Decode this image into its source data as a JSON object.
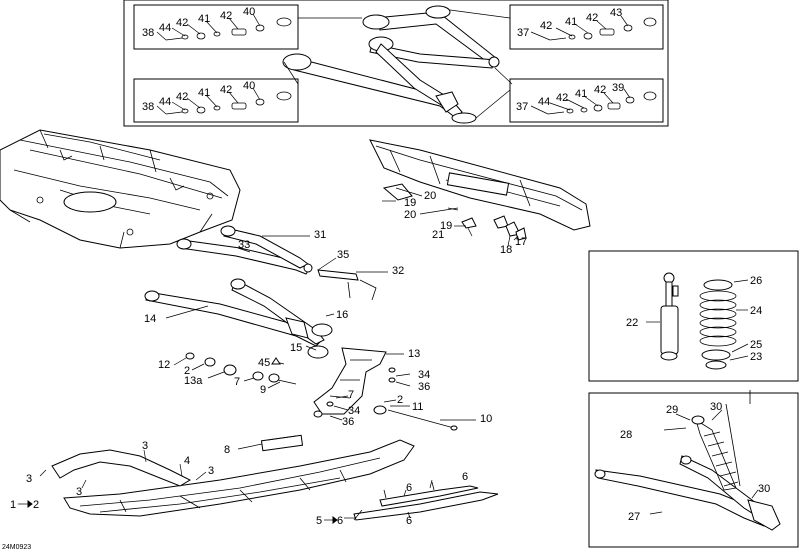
{
  "drawing_code": "24M0923",
  "legend_marks": [
    "1",
    "2",
    "5",
    "6"
  ],
  "callouts": {
    "top_left_box": [
      "38",
      "44",
      "42",
      "41",
      "42",
      "40"
    ],
    "top_right_box": [
      "37",
      "42",
      "41",
      "42",
      "43"
    ],
    "mid_left_box": [
      "38",
      "44",
      "42",
      "41",
      "42",
      "40"
    ],
    "mid_right_box": [
      "37",
      "44",
      "42",
      "41",
      "42",
      "39"
    ],
    "rear_frame": [
      "20",
      "19",
      "20",
      "19",
      "21",
      "17",
      "18"
    ],
    "upper_arm": [
      "31",
      "33",
      "35",
      "32"
    ],
    "lower_arm": [
      "14",
      "16",
      "15",
      "13",
      "45"
    ],
    "spindle_hardware": [
      "12",
      "2",
      "13a",
      "7",
      "9",
      "7",
      "34",
      "36",
      "2",
      "11",
      "34",
      "36",
      "10"
    ],
    "ski": [
      "8",
      "3",
      "4",
      "3",
      "3",
      "3",
      "2",
      "6",
      "6",
      "6",
      "6"
    ],
    "shock_box": [
      "26",
      "24",
      "22",
      "25",
      "23"
    ],
    "suspension_box": [
      "29",
      "30",
      "28",
      "30",
      "27"
    ]
  }
}
